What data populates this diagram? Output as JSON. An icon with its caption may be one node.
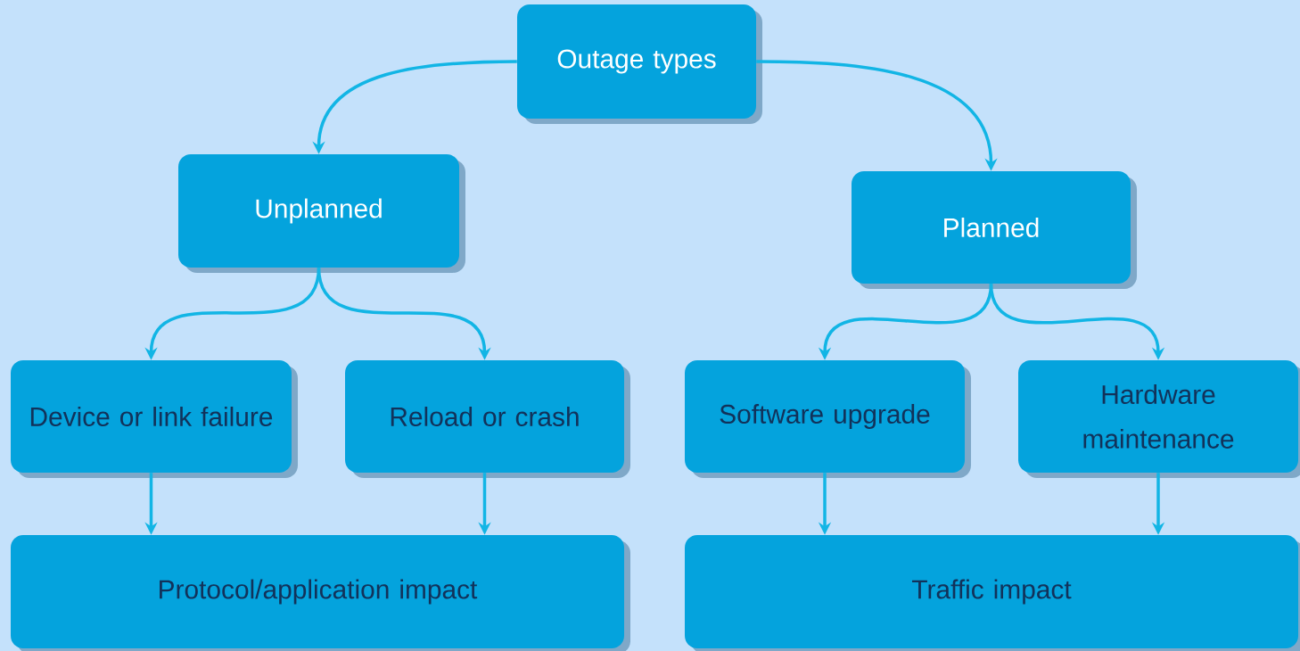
{
  "diagram": {
    "nodes": [
      {
        "text": [
          "Outage types"
        ]
      },
      {
        "text": [
          "Unplanned"
        ]
      },
      {
        "text": [
          "Planned"
        ]
      },
      {
        "text": [
          "Device or link failure"
        ]
      },
      {
        "text": [
          "Reload or crash"
        ]
      },
      {
        "text": [
          "Software upgrade"
        ]
      },
      {
        "text": [
          "Hardware maintenance"
        ]
      },
      {
        "text": [
          "Protocol/application impact"
        ]
      },
      {
        "text": [
          "Traffic impact"
        ]
      }
    ],
    "edges": [
      {
        "from": 0,
        "to": 1,
        "arrow": "to"
      },
      {
        "from": 0,
        "to": 2,
        "arrow": "to"
      },
      {
        "from": 1,
        "to": 3,
        "arrow": "to"
      },
      {
        "from": 1,
        "to": 4,
        "arrow": "to"
      },
      {
        "from": 2,
        "to": 5,
        "arrow": "to"
      },
      {
        "from": 2,
        "to": 6,
        "arrow": "to"
      },
      {
        "from": 3,
        "to": 7,
        "arrow": "to"
      },
      {
        "from": 4,
        "to": 7,
        "arrow": "to"
      },
      {
        "from": 5,
        "to": 8,
        "arrow": "to"
      },
      {
        "from": 6,
        "to": 8,
        "arrow": "to"
      }
    ]
  }
}
